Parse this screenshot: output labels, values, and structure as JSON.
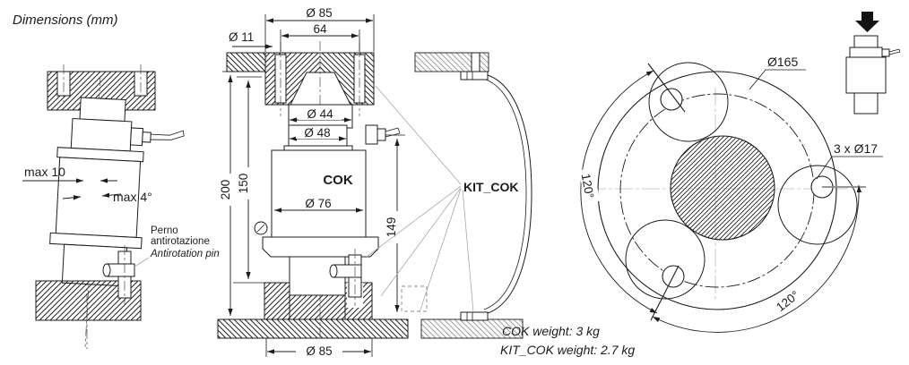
{
  "title": "Dimensions (mm)",
  "colors": {
    "line": "#1c1c1c",
    "light_line": "#9e9e9e",
    "background": "#ffffff"
  },
  "left_view": {
    "max_offset": "max 10",
    "max_angle": "max 4°",
    "pin_label_it_line1": "Perno",
    "pin_label_it_line2": "antirotazione",
    "pin_label_en": "Antirotation pin"
  },
  "section_view": {
    "dia_top_flange": "Ø 85",
    "bolt_spacing": "64",
    "dia_bolt_hole": "Ø 11",
    "dia_upper_boss": "Ø 44",
    "dia_neck": "Ø 48",
    "height_total": "200",
    "height_cell": "150",
    "height_cable": "149",
    "product_label": "COK",
    "dia_body": "Ø 76",
    "kit_label": "KIT_COK",
    "dia_bottom_flange": "Ø 85"
  },
  "top_view": {
    "dia_bolt_circle": "Ø165",
    "holes_label": "3 x Ø17",
    "angle_left": "120°",
    "angle_right": "120°"
  },
  "footer": {
    "cok_weight": "COK weight: 3 kg",
    "kit_weight": "KIT_COK weight: 2.7 kg"
  }
}
